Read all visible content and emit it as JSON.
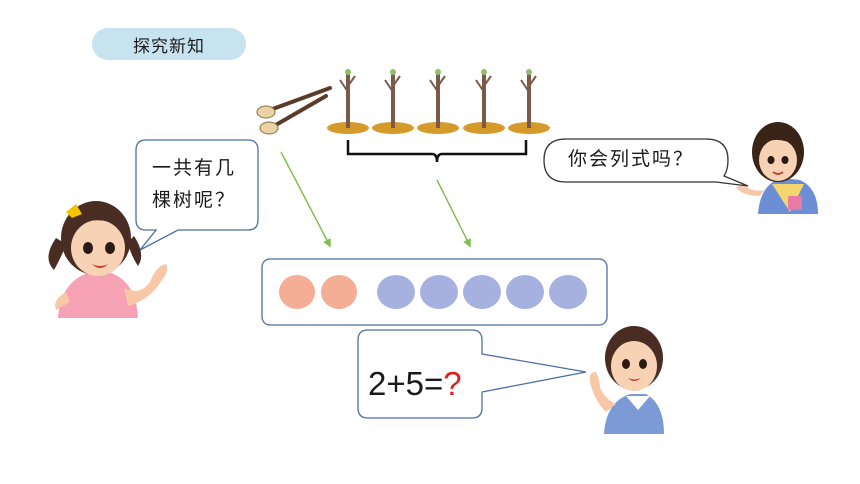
{
  "section": {
    "label": "探究新知"
  },
  "bubbles": {
    "girl_left": {
      "line1": "一共有几",
      "line2": "棵树呢？"
    },
    "girl_right": {
      "text": "你会列式吗？"
    },
    "boy": {
      "lhs": "2+5=",
      "unknown": "?"
    }
  },
  "counters": {
    "orange": {
      "count": 2,
      "color": "#f4ae95"
    },
    "blue": {
      "count": 5,
      "color": "#a7b1e0"
    }
  },
  "scene": {
    "saplings": 5,
    "shovels": 2,
    "frame_color": "#4a6fa5",
    "arrow_color": "#7cbf4a"
  }
}
